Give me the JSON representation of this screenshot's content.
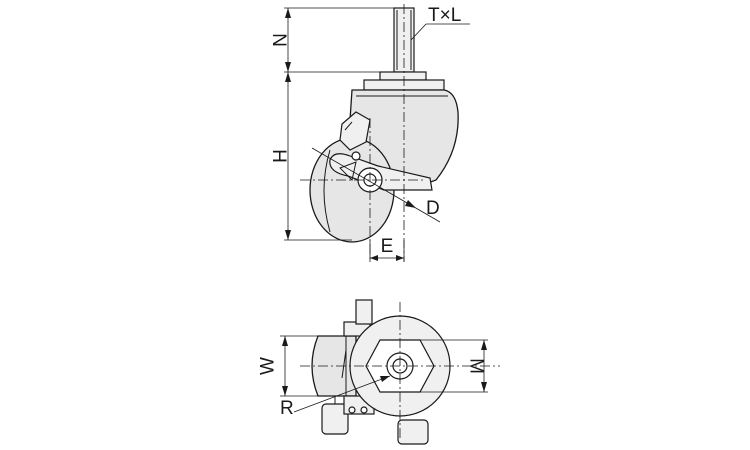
{
  "drawing": {
    "side_view": {
      "labels": {
        "thread_size": "T×L",
        "stem_height": "N",
        "height": "H",
        "wheel_diameter": "D",
        "offset": "E"
      }
    },
    "top_view": {
      "labels": {
        "width": "W",
        "hex_size": "M",
        "swivel_radius": "R"
      }
    }
  }
}
